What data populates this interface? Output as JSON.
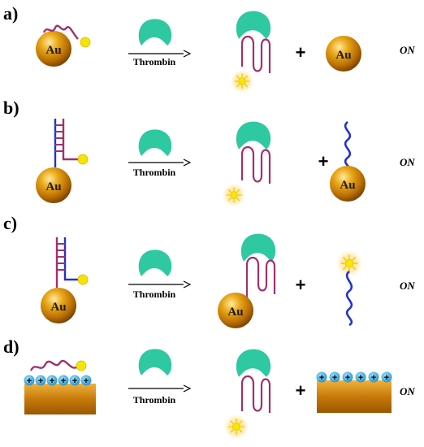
{
  "panels": [
    {
      "label": "a)",
      "au_label": "Au",
      "arrow_label": "Thrombin",
      "product_au_label": "Au",
      "status": "ON"
    },
    {
      "label": "b)",
      "au_label": "Au",
      "arrow_label": "Thrombin",
      "product_au_label": "Au",
      "status": "ON"
    },
    {
      "label": "c)",
      "au_label": "Au",
      "arrow_label": "Thrombin",
      "status": "ON"
    },
    {
      "label": "d)",
      "arrow_label": "Thrombin",
      "status": "ON",
      "charge_symbol": "+"
    }
  ],
  "plus_sign": "+",
  "colors": {
    "gold": "#d4920a",
    "thrombin": "#2ec9a0",
    "aptamer": "#a0306e",
    "complement": "#2233cc",
    "fluorophore": "#f5e400",
    "cation": "#3aa9dc"
  }
}
